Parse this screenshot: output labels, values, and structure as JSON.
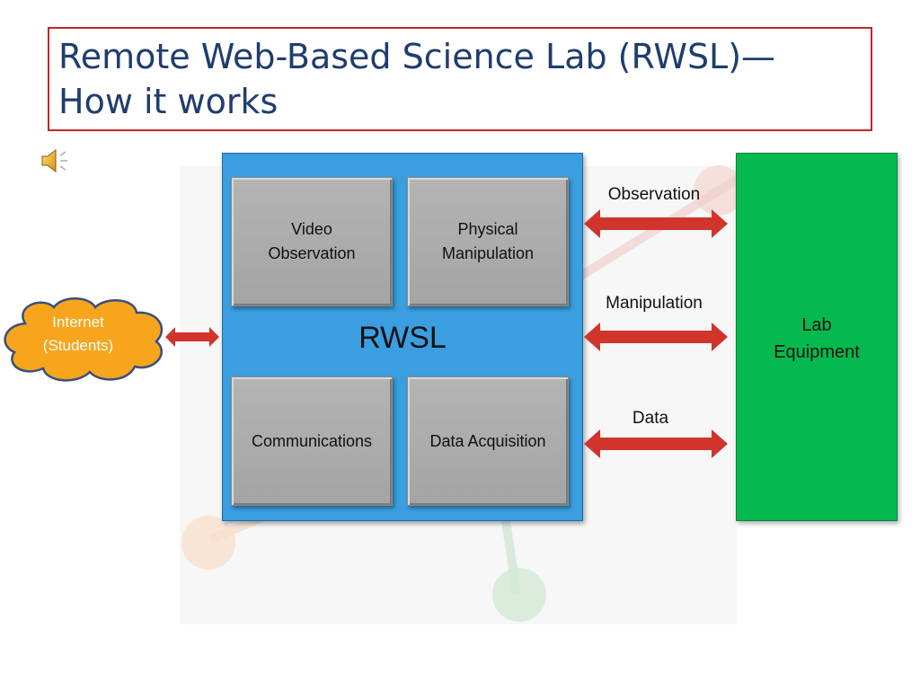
{
  "title": "Remote Web-Based Science Lab (RWSL)—\nHow it works",
  "icons": {
    "speaker": "speaker-volume-icon"
  },
  "rwsl": {
    "label": "RWSL",
    "modules": [
      {
        "label": "Video\nObservation"
      },
      {
        "label": "Physical\nManipulation"
      },
      {
        "label": "Communications"
      },
      {
        "label": "Data Acquisition"
      }
    ]
  },
  "lab_equipment": {
    "label": "Lab\nEquipment"
  },
  "internet": {
    "label": "Internet\n(Students)"
  },
  "arrows": {
    "observation": "Observation",
    "manipulation": "Manipulation",
    "data": "Data"
  },
  "colors": {
    "title": "#1f3d6e",
    "title_border": "#c0252b",
    "rwsl_fill": "#3a9ee0",
    "module_fill": "#a9a9a9",
    "lab_fill": "#06b94f",
    "cloud_fill": "#f7a51c",
    "arrow_fill": "#d0342c"
  }
}
